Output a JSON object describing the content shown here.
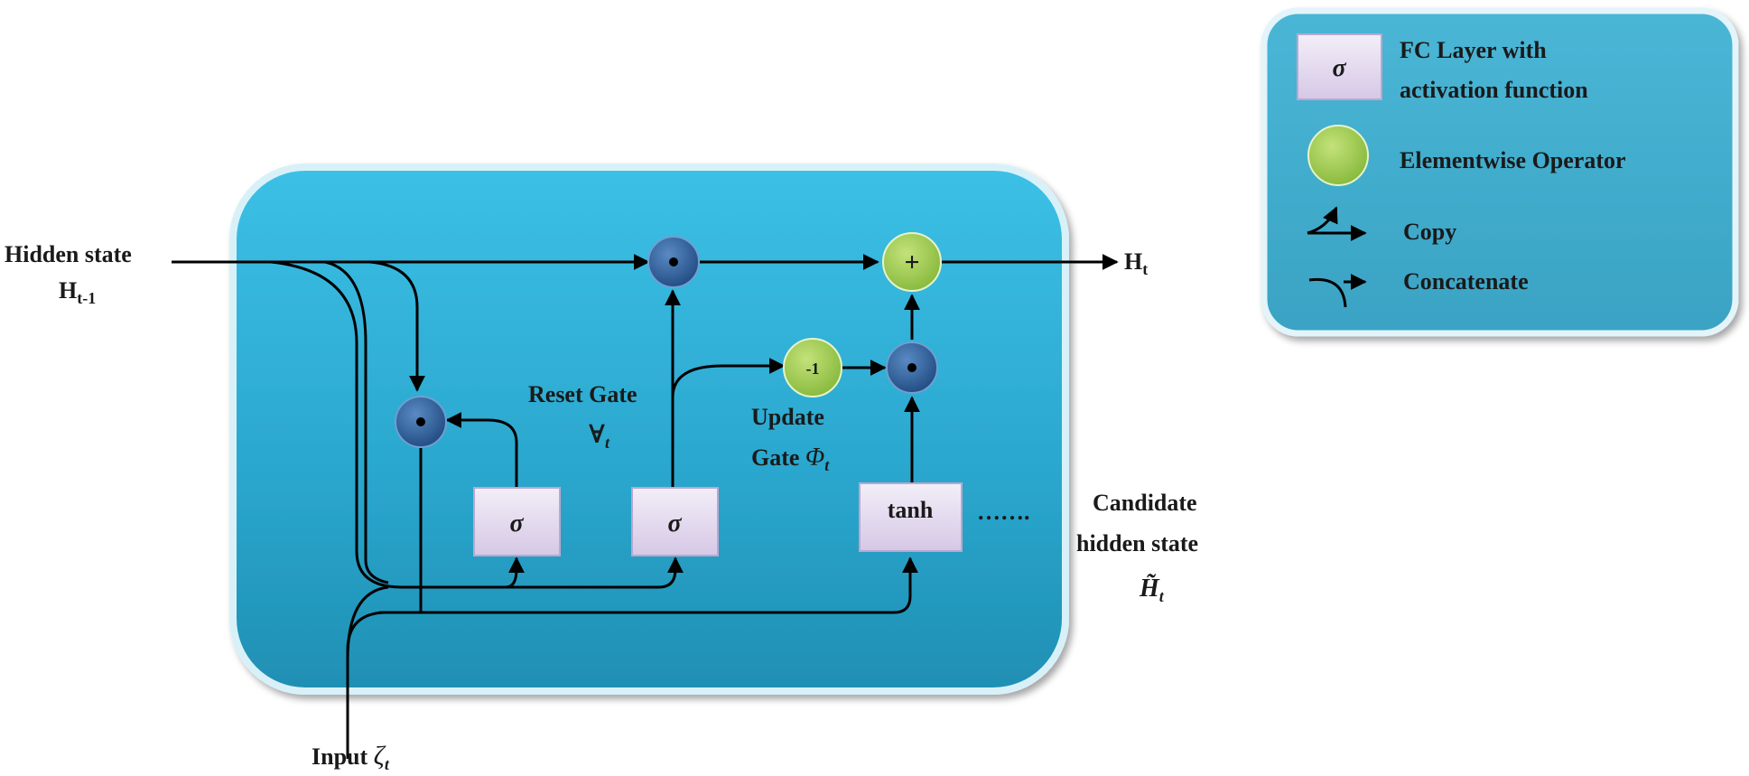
{
  "diagram": {
    "inputs": {
      "hidden_prev_line1": "Hidden state",
      "hidden_prev_main": "H",
      "hidden_prev_sub": "t-1",
      "input_label": "Input ",
      "input_symbol": "ζ",
      "input_sub": "t"
    },
    "output": {
      "main": "H",
      "sub": "t"
    },
    "gates": {
      "reset_line1": "Reset Gate",
      "reset_symbol": "∀",
      "reset_sub": "t",
      "update_line1": "Update",
      "update_line2": "Gate ",
      "update_symbol": "Φ",
      "update_sub": "t"
    },
    "boxes": {
      "sigma": "σ",
      "tanh": "tanh",
      "dots": "……."
    },
    "operators": {
      "plus": "+",
      "minus_one": "-1"
    },
    "candidate": {
      "line1": "Candidate",
      "line2": "hidden state",
      "symbol": "H̃",
      "sub": "t"
    }
  },
  "legend": {
    "sigma_symbol": "σ",
    "fc_line1": "FC Layer with",
    "fc_line2": "activation function",
    "elementwise": "Elementwise Operator",
    "copy": "Copy",
    "concatenate": "Concatenate"
  },
  "colors": {
    "cell_fill": "#2aa9cf",
    "cell_border": "#cfeef8",
    "node_blue": "#2f5d98",
    "node_green": "#9fcd4c",
    "box_fill": "#e7dff0"
  }
}
